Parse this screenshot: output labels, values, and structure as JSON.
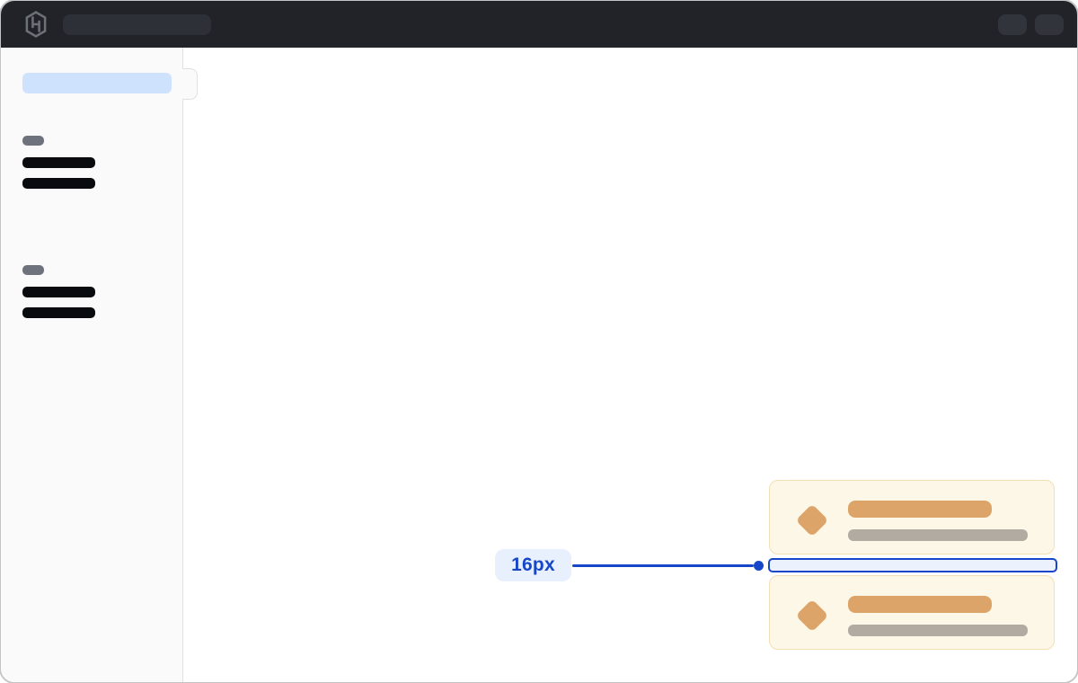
{
  "topbar": {
    "bg_color": "#212329",
    "logo_icon": "hashicorp-logo-icon",
    "logo_color": "#6c7077",
    "search_placeholder_color": "#2d3037",
    "action_placeholder_color": "#31343b",
    "action_count": 2
  },
  "sidebar": {
    "bg_color": "#fafafa",
    "border_color": "#e0e0e4",
    "active_item_color": "#cfe2fd",
    "has_collapse_handle": true,
    "sections": [
      {
        "heading_color": "#6e727c",
        "item_color": "#0a0b0e",
        "item_count": 2
      },
      {
        "heading_color": "#6e727c",
        "item_color": "#0a0b0e",
        "item_count": 2
      }
    ]
  },
  "toast_stack": {
    "card_count": 2,
    "card_bg": "#fdf7e7",
    "card_border": "#f4dfb2",
    "icon": "warning-diamond-icon",
    "icon_color": "#dda469",
    "title_bar_color": "#dda469",
    "body_bar_color": "#b1aba1"
  },
  "spacing_annotation": {
    "label": "16px",
    "accent_color": "#1747c8",
    "label_bg": "#e8f0fd",
    "gap_fill": "#ecf2fd"
  }
}
